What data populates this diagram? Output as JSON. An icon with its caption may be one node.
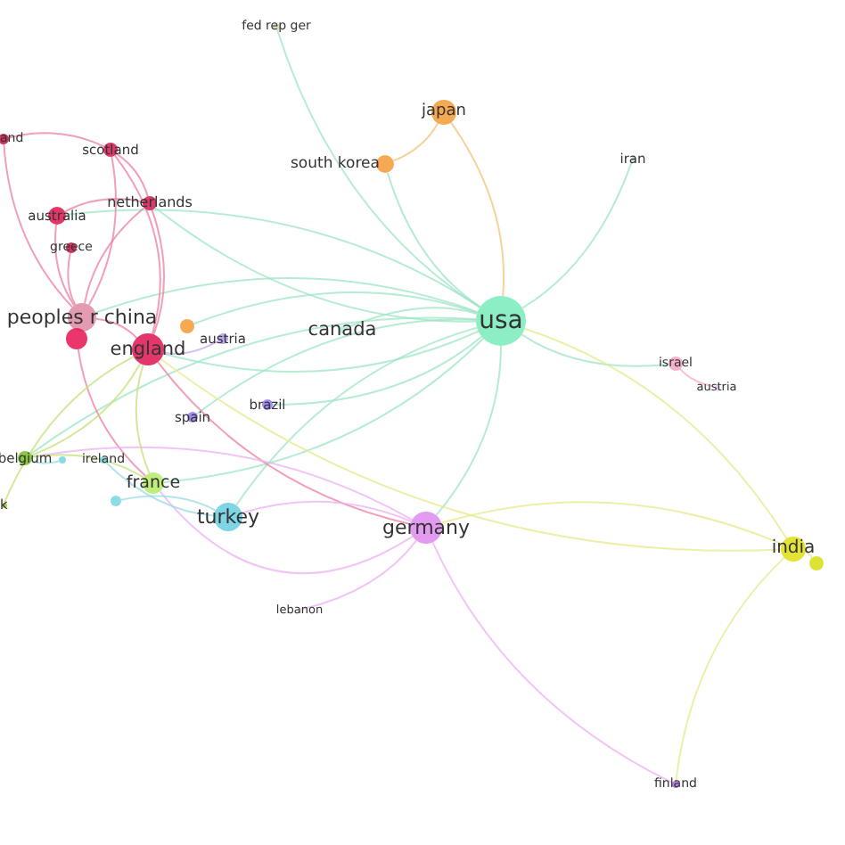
{
  "diagram": {
    "nodes": [
      {
        "text": [
          "fed rep ger"
        ]
      },
      {
        "text": [
          "japan"
        ]
      },
      {
        "text": [
          "and"
        ]
      },
      {
        "text": [
          "scotland"
        ]
      },
      {
        "text": [
          "south korea"
        ]
      },
      {
        "text": [
          "iran"
        ]
      },
      {
        "text": [
          "netherlands"
        ]
      },
      {
        "text": [
          "australia"
        ]
      },
      {
        "text": [
          "greece"
        ]
      },
      {
        "text": [
          "peoples r china"
        ]
      },
      {
        "text": [],
        "shape": "circle"
      },
      {
        "text": [],
        "shape": "circle"
      },
      {
        "text": [
          "england"
        ]
      },
      {
        "text": [
          "austria"
        ]
      },
      {
        "text": [
          "canada"
        ]
      },
      {
        "text": [
          "usa"
        ]
      },
      {
        "text": [
          "israel"
        ]
      },
      {
        "text": [
          "austria"
        ]
      },
      {
        "text": [
          "spain"
        ]
      },
      {
        "text": [
          "brazil"
        ]
      },
      {
        "text": [
          "belgium"
        ]
      },
      {
        "text": [],
        "shape": "circle"
      },
      {
        "text": [
          "ireland"
        ]
      },
      {
        "text": [
          "france"
        ]
      },
      {
        "text": [
          "k"
        ]
      },
      {
        "text": [],
        "shape": "circle"
      },
      {
        "text": [
          "turkey"
        ]
      },
      {
        "text": [
          "germany"
        ]
      },
      {
        "text": [
          "india"
        ]
      },
      {
        "text": [],
        "shape": "circle"
      },
      {
        "text": [
          "lebanon"
        ]
      },
      {
        "text": [
          "finland"
        ]
      }
    ],
    "edges": [
      {
        "from": 15,
        "to": 1,
        "arrow": "none",
        "color": "#f2c27a"
      },
      {
        "from": 15,
        "to": 4,
        "arrow": "none"
      },
      {
        "from": 15,
        "to": 14,
        "arrow": "none"
      },
      {
        "from": 15,
        "to": 12,
        "arrow": "none"
      },
      {
        "from": 15,
        "to": 9,
        "arrow": "none"
      },
      {
        "from": 15,
        "to": 6,
        "arrow": "none"
      },
      {
        "from": 15,
        "to": 7,
        "arrow": "none"
      },
      {
        "from": 15,
        "to": 27,
        "arrow": "none"
      },
      {
        "from": 15,
        "to": 26,
        "arrow": "none"
      },
      {
        "from": 15,
        "to": 23,
        "arrow": "none"
      },
      {
        "from": 15,
        "to": 16,
        "arrow": "none"
      },
      {
        "from": 15,
        "to": 28,
        "arrow": "none",
        "color": "#e6ea8c"
      },
      {
        "from": 15,
        "to": 18,
        "arrow": "none"
      },
      {
        "from": 15,
        "to": 19,
        "arrow": "none"
      },
      {
        "from": 15,
        "to": 20,
        "arrow": "none"
      },
      {
        "from": 15,
        "to": 0,
        "arrow": "none"
      },
      {
        "from": 15,
        "to": 11,
        "arrow": "none"
      },
      {
        "from": 12,
        "to": 3,
        "arrow": "none",
        "color": "#ec7fa0"
      },
      {
        "from": 12,
        "to": 6,
        "arrow": "none",
        "color": "#ec7fa0"
      },
      {
        "from": 9,
        "to": 8,
        "arrow": "none",
        "color": "#ec7fa0"
      },
      {
        "from": 12,
        "to": 9,
        "arrow": "none",
        "color": "#ec7fa0"
      },
      {
        "from": 9,
        "to": 2,
        "arrow": "none",
        "color": "#ec7fa0"
      },
      {
        "from": 12,
        "to": 27,
        "arrow": "none",
        "color": "#ec7fa0"
      },
      {
        "from": 9,
        "to": 6,
        "arrow": "none",
        "color": "#ec7fa0"
      },
      {
        "from": 9,
        "to": 3,
        "arrow": "none",
        "color": "#ec7fa0"
      },
      {
        "from": 9,
        "to": 7,
        "arrow": "none",
        "color": "#ec7fa0"
      },
      {
        "from": 10,
        "to": 23,
        "arrow": "none",
        "color": "#ec7fa0"
      },
      {
        "from": 3,
        "to": 6,
        "arrow": "none",
        "color": "#ec7fa0"
      },
      {
        "from": 3,
        "to": 2,
        "arrow": "none",
        "color": "#ec7fa0"
      },
      {
        "from": 7,
        "to": 6,
        "arrow": "none",
        "color": "#ec7fa0"
      },
      {
        "from": 27,
        "to": 26,
        "arrow": "none",
        "color": "#ecb0f2"
      },
      {
        "from": 27,
        "to": 23,
        "arrow": "none",
        "color": "#ecb0f2"
      },
      {
        "from": 27,
        "to": 31,
        "arrow": "none",
        "color": "#ecb0f2"
      },
      {
        "from": 27,
        "to": 28,
        "arrow": "none",
        "color": "#e6ea8c"
      },
      {
        "from": 27,
        "to": 20,
        "arrow": "none",
        "color": "#ecb0f2"
      },
      {
        "from": 27,
        "to": 30,
        "arrow": "none",
        "color": "#ecb0f2"
      },
      {
        "from": 28,
        "to": 31,
        "arrow": "none",
        "color": "#e6ea8c"
      },
      {
        "from": 28,
        "to": 12,
        "arrow": "none",
        "color": "#e6ea8c"
      },
      {
        "from": 23,
        "to": 20,
        "arrow": "none",
        "color": "#c6e07a"
      },
      {
        "from": 23,
        "to": 12,
        "arrow": "none",
        "color": "#c6e07a"
      },
      {
        "from": 20,
        "to": 12,
        "arrow": "none",
        "color": "#c6e07a"
      },
      {
        "from": 24,
        "to": 12,
        "arrow": "none",
        "color": "#c6e07a"
      },
      {
        "from": 26,
        "to": 25,
        "arrow": "none",
        "color": "#9adbe6"
      },
      {
        "from": 26,
        "to": 22,
        "arrow": "none",
        "color": "#9adbe6"
      },
      {
        "from": 16,
        "to": 17,
        "arrow": "none",
        "color": "#f2b0c8"
      },
      {
        "from": 1,
        "to": 4,
        "arrow": "none",
        "color": "#f2c27a"
      },
      {
        "from": 15,
        "to": 5,
        "arrow": "none"
      },
      {
        "from": 21,
        "to": 20,
        "arrow": "none",
        "color": "#9adbe6"
      },
      {
        "from": 29,
        "to": 28,
        "arrow": "none",
        "color": "#e6ea8c"
      },
      {
        "from": 13,
        "to": 12,
        "arrow": "none",
        "color": "#c9a8ee"
      }
    ]
  }
}
